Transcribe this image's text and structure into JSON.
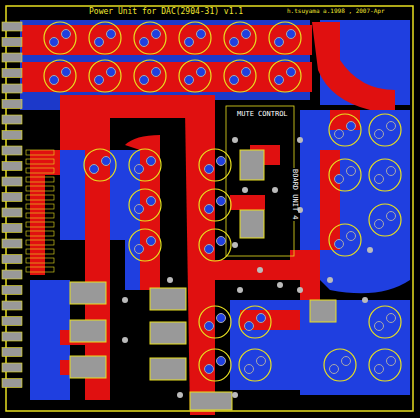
{
  "diagram": {
    "title": "Power Unit for DAC(2904-31) v1.1",
    "labels": [
      "h.tsuyama a.1998 , 2007-Apr",
      "MUTE CONTROL",
      "BOARD UNIT 4"
    ]
  }
}
